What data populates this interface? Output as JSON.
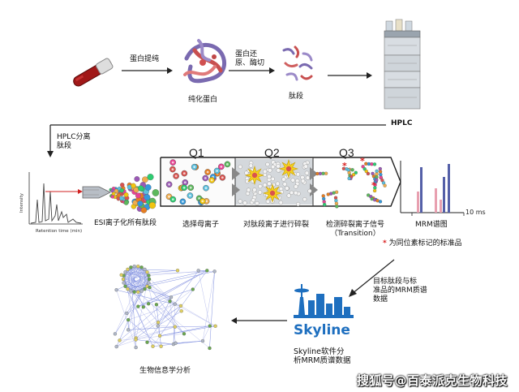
{
  "steps": {
    "protein_purification": "蛋白提纯",
    "pure_protein": "纯化蛋白",
    "reduction_digestion": "蛋白还原、酶切",
    "peptides": "肽段",
    "hplc": "HPLC",
    "hplc_separation": "HPLC分离\n肽段",
    "esi_ionization": "ESI离子化所有肽段",
    "select_parent": "选择母离子",
    "fragment": "对肽段离子进行碎裂",
    "detect_fragments": "检测碎裂离子信号\n（Transition）",
    "mrm_spectrum": "MRM谱图",
    "isotope_note": "为同位素标记的标准品",
    "isotope_star": "*",
    "mrm_data": "目标肽段与标\n准品的MRM质谱\n数据",
    "skyline_analysis": "Skyline软件分\n析MRM质谱数据",
    "bioinformatics": "生物信息学分析"
  },
  "quadrupoles": [
    "Q1",
    "Q2",
    "Q3"
  ],
  "chromatogram": {
    "y_label": "Intensity",
    "x_label": "Retention time (min)"
  },
  "mrm": {
    "scale_label": "10 ms"
  },
  "skyline_logo": "Skyline",
  "watermark": "搜狐号@百泰派克生物科技",
  "colors": {
    "arrow": "#222222",
    "tube_red": "#a01818",
    "star_red": "#d81e1e",
    "mrm_blue": "#5560a8",
    "mrm_pink": "#e8a0b0",
    "skyline_blue": "#1e6fbf",
    "network_blue": "#8090e0"
  }
}
